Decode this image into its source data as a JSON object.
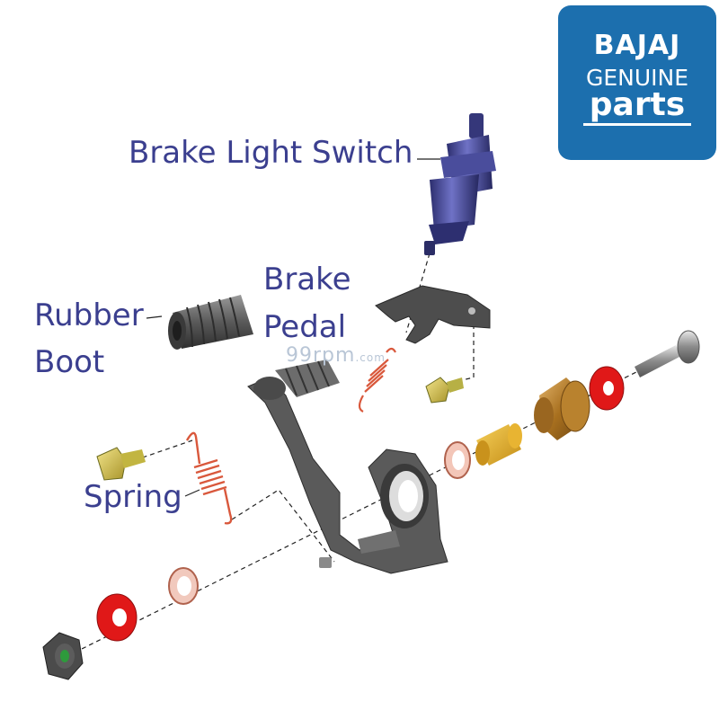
{
  "labels": {
    "brake_light_switch": "Brake Light Switch",
    "brake_pedal_line1": "Brake",
    "brake_pedal_line2": "Pedal",
    "rubber_boot_line1": "Rubber",
    "rubber_boot_line2": "Boot",
    "spring": "Spring"
  },
  "logo": {
    "brand": "BAJAJ",
    "line2": "GENUINE",
    "line3": "parts",
    "bg_color": "#1c6fae"
  },
  "watermark": {
    "main": "99rpm",
    "suffix": ".com"
  },
  "colors": {
    "label_text": "#3b3f8f",
    "switch_body": "#3d3f8a",
    "spring": "#d9583c",
    "washer_red": "#e01818",
    "bushing_bronze": "#b9822e",
    "bolt_yellow": "#c9b43a",
    "pedal_gray": "#555555"
  }
}
